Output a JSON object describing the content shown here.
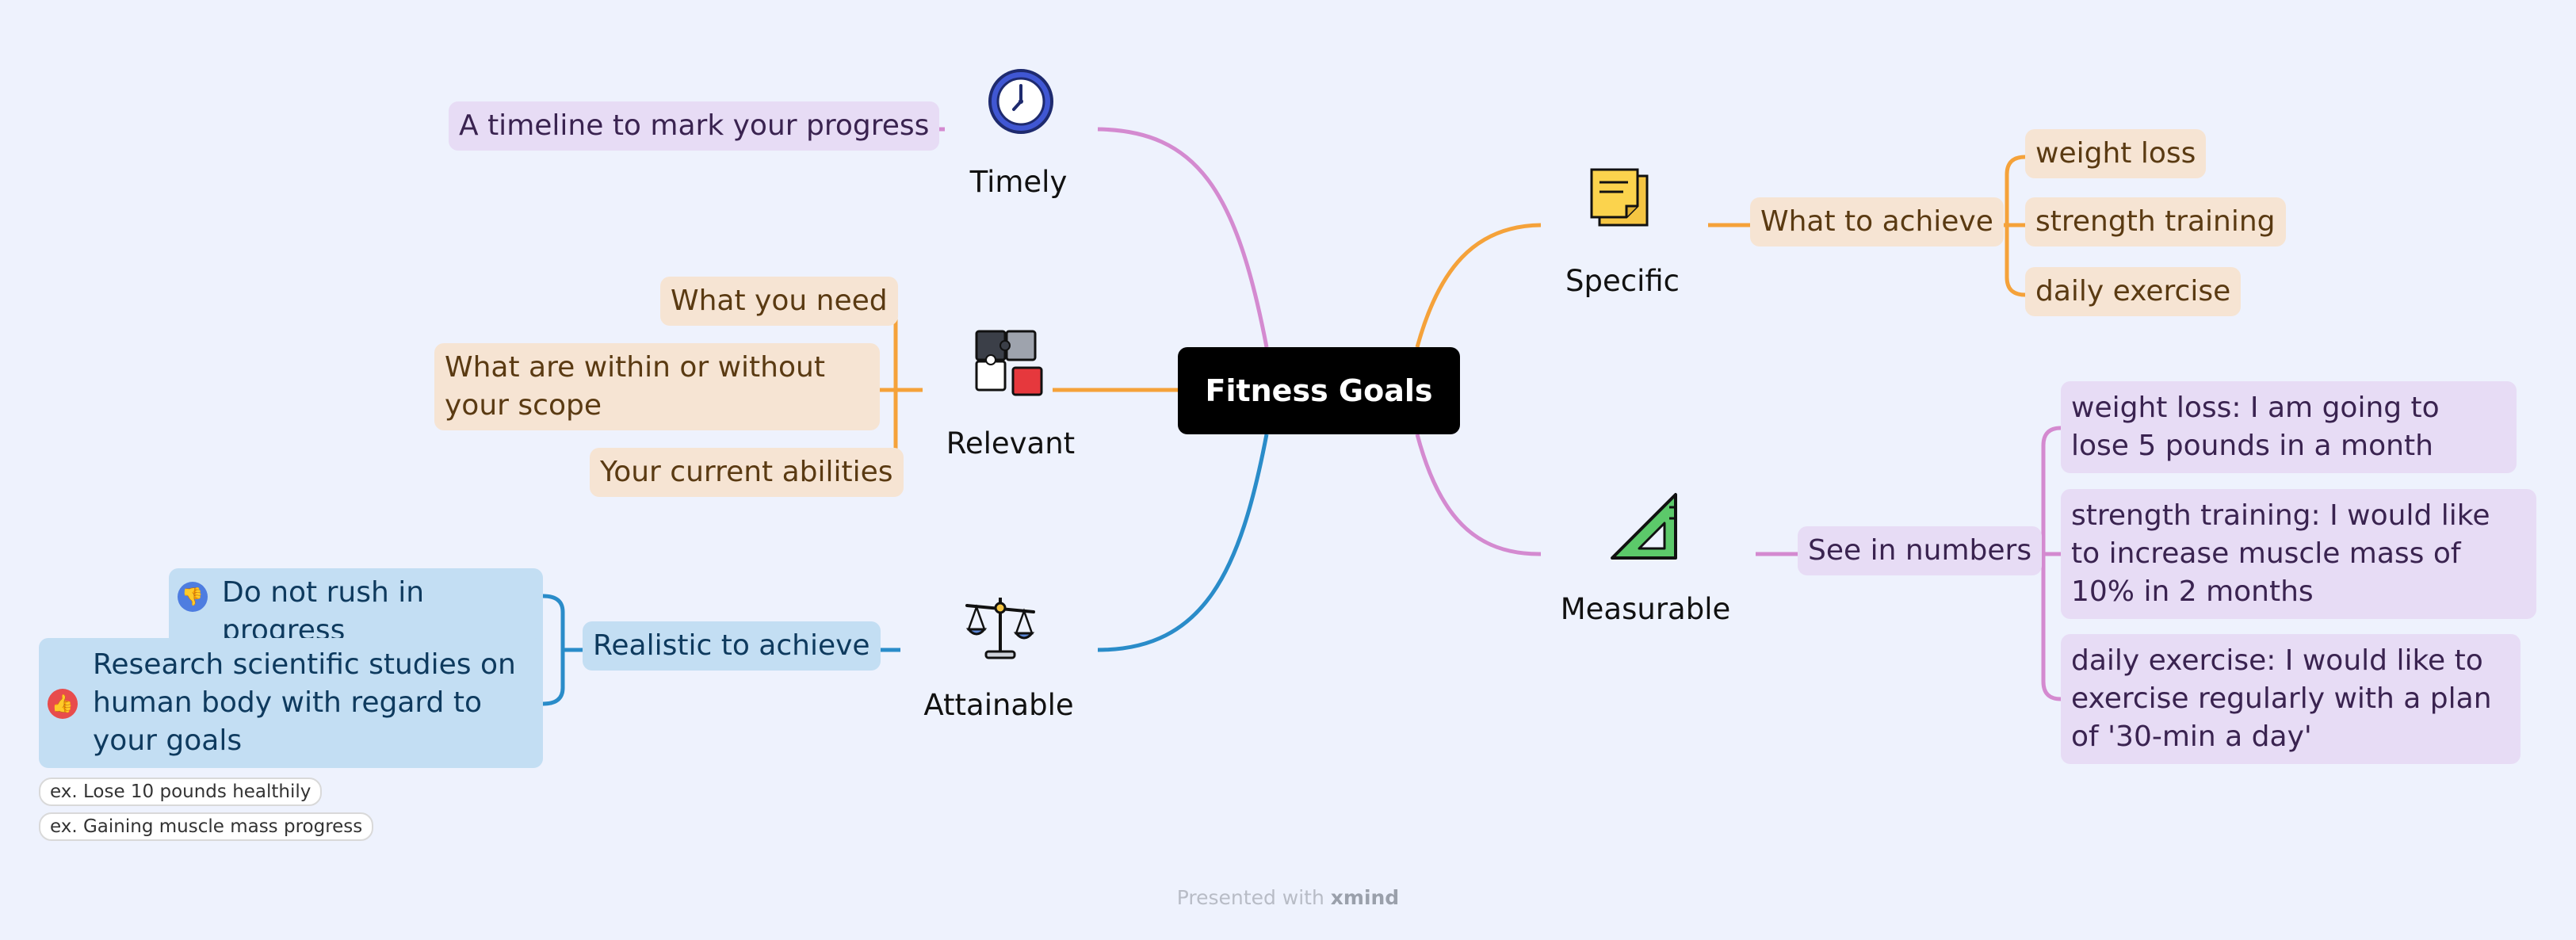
{
  "root": {
    "label": "Fitness Goals"
  },
  "branches": {
    "timely": {
      "label": "Timely",
      "icon": "clock-icon",
      "children": [
        "A timeline to mark your progress"
      ]
    },
    "relevant": {
      "label": "Relevant",
      "icon": "puzzle-icon",
      "children": [
        "What you need",
        "What are within or without your scope",
        "Your current abilities"
      ]
    },
    "attainable": {
      "label": "Attainable",
      "icon": "scale-icon",
      "child": "Realistic to achieve",
      "subchildren": [
        {
          "text": "Do not rush in progress",
          "badge": "thumbs-down-icon"
        },
        {
          "text": "Research scientific studies on human body with regard to your goals",
          "badge": "thumbs-up-icon"
        }
      ],
      "notes": [
        "ex. Lose 10 pounds healthily",
        "ex. Gaining muscle mass progress"
      ]
    },
    "specific": {
      "label": "Specific",
      "icon": "sticky-note-icon",
      "child": "What to achieve",
      "subchildren": [
        "weight loss",
        "strength training",
        "daily exercise"
      ]
    },
    "measurable": {
      "label": "Measurable",
      "icon": "set-square-icon",
      "child": "See in numbers",
      "subchildren": [
        "weight loss: I am going to lose 5 pounds in a month",
        "strength training: I would like to increase muscle mass of 10% in 2 months",
        "daily exercise: I would like to exercise regularly with a plan of '30-min a day'"
      ]
    }
  },
  "footer": {
    "prefix": "Presented with",
    "brand": "xmind"
  },
  "colors": {
    "background": "#eef2fd",
    "timely": "#d48ad0",
    "relevant": "#f5a23a",
    "attainable": "#2a8cc9",
    "specific": "#f5a23a",
    "measurable": "#d48ad0"
  }
}
